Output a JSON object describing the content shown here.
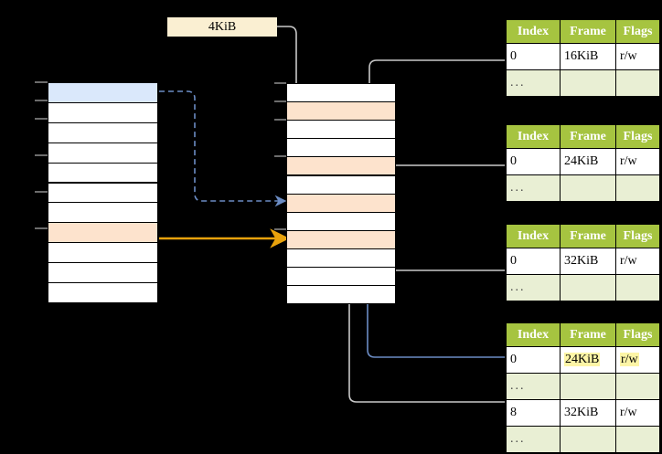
{
  "diagram": {
    "title": "page-table-walk",
    "size_label": {
      "text": "4KiB"
    },
    "colors": {
      "header_green": "#a6c440",
      "ellipsis_green": "#e9efd4",
      "highlight_yellow": "#fdf5a6",
      "row_blue": "#dae8fb",
      "row_peach": "#fde3cd",
      "label_cream": "#faefd2",
      "arrow_orange": "#e8a20c",
      "arrow_blue": "#6b8cc4",
      "arrow_gray": "#c9c9c9",
      "background": "#000000"
    }
  },
  "left_column": {
    "name": "virtual-address-space",
    "rows": [
      {
        "fill": "blue",
        "label": ""
      },
      {
        "fill": "white",
        "label": ""
      },
      {
        "fill": "white",
        "label": ""
      },
      {
        "fill": "white",
        "label": ""
      },
      {
        "fill": "white",
        "label": ""
      },
      {
        "fill": "white",
        "label": ""
      },
      {
        "fill": "white",
        "label": ""
      },
      {
        "fill": "peach",
        "label": ""
      },
      {
        "fill": "white",
        "label": ""
      },
      {
        "fill": "white",
        "label": ""
      },
      {
        "fill": "white",
        "label": ""
      }
    ]
  },
  "middle_column": {
    "name": "physical-memory",
    "rows": [
      {
        "fill": "white",
        "label": ""
      },
      {
        "fill": "peach",
        "label": ""
      },
      {
        "fill": "white",
        "label": ""
      },
      {
        "fill": "white",
        "label": ""
      },
      {
        "fill": "peach",
        "label": ""
      },
      {
        "fill": "white",
        "label": ""
      },
      {
        "fill": "peach",
        "label": ""
      },
      {
        "fill": "white",
        "label": ""
      },
      {
        "fill": "peach",
        "label": ""
      },
      {
        "fill": "white",
        "label": ""
      },
      {
        "fill": "white",
        "label": ""
      },
      {
        "fill": "white",
        "label": ""
      }
    ]
  },
  "tables": [
    {
      "name": "page-table-level-1",
      "headers": [
        "Index",
        "Frame",
        "Flags"
      ],
      "rows": [
        {
          "type": "data",
          "cells": [
            "0",
            "16KiB",
            "r/w"
          ],
          "highlight": []
        },
        {
          "type": "ellipsis",
          "cells": [
            "...",
            "",
            ""
          ],
          "highlight": []
        }
      ]
    },
    {
      "name": "page-table-level-2",
      "headers": [
        "Index",
        "Frame",
        "Flags"
      ],
      "rows": [
        {
          "type": "data",
          "cells": [
            "0",
            "24KiB",
            "r/w"
          ],
          "highlight": []
        },
        {
          "type": "ellipsis",
          "cells": [
            "...",
            "",
            ""
          ],
          "highlight": []
        }
      ]
    },
    {
      "name": "page-table-level-3",
      "headers": [
        "Index",
        "Frame",
        "Flags"
      ],
      "rows": [
        {
          "type": "data",
          "cells": [
            "0",
            "32KiB",
            "r/w"
          ],
          "highlight": []
        },
        {
          "type": "ellipsis",
          "cells": [
            "...",
            "",
            ""
          ],
          "highlight": []
        }
      ]
    },
    {
      "name": "page-table-level-4",
      "headers": [
        "Index",
        "Frame",
        "Flags"
      ],
      "rows": [
        {
          "type": "data",
          "cells": [
            "0",
            "24KiB",
            "r/w"
          ],
          "highlight": [
            1,
            2
          ]
        },
        {
          "type": "ellipsis",
          "cells": [
            "...",
            "",
            ""
          ],
          "highlight": []
        },
        {
          "type": "data",
          "cells": [
            "8",
            "32KiB",
            "r/w"
          ],
          "highlight": []
        },
        {
          "type": "ellipsis",
          "cells": [
            "...",
            "",
            ""
          ],
          "highlight": []
        }
      ]
    }
  ]
}
